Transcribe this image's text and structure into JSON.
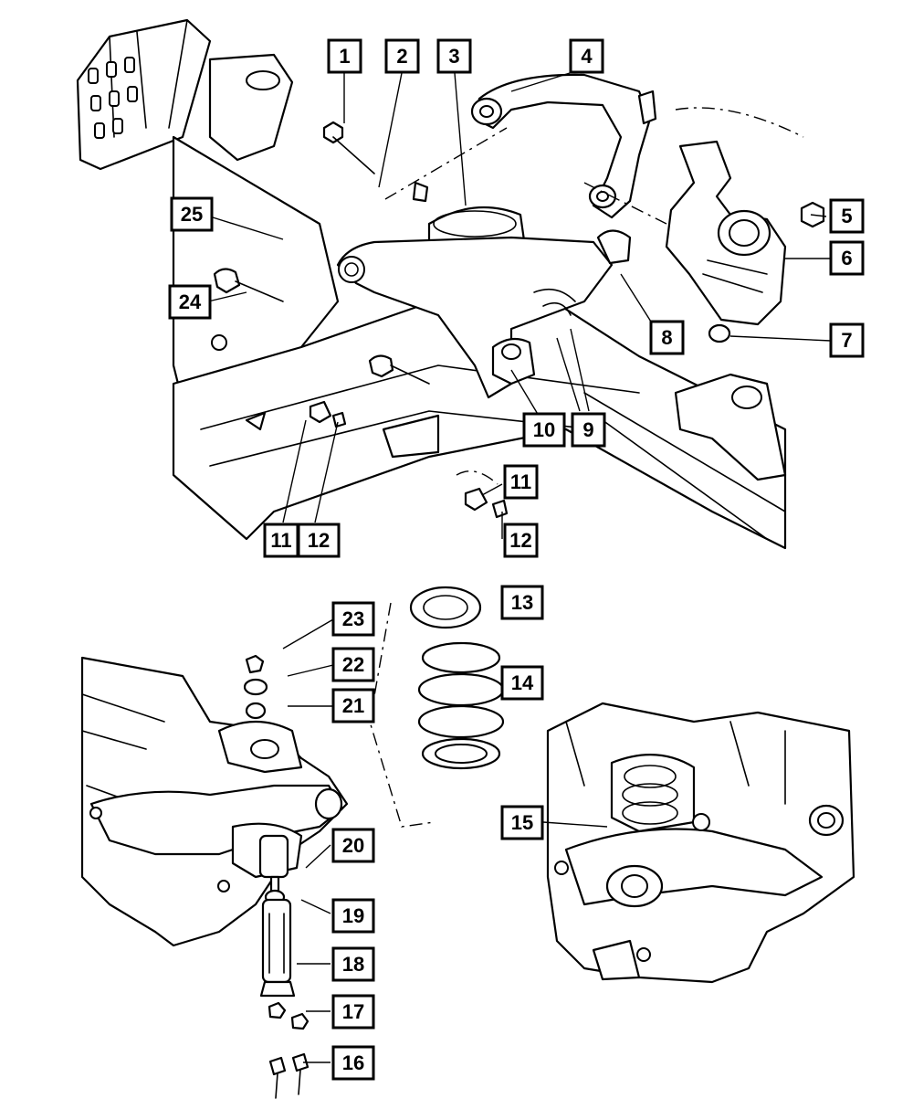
{
  "diagram": {
    "callouts": [
      {
        "id": "c1",
        "label": "1"
      },
      {
        "id": "c2",
        "label": "2"
      },
      {
        "id": "c3",
        "label": "3"
      },
      {
        "id": "c4",
        "label": "4"
      },
      {
        "id": "c5",
        "label": "5"
      },
      {
        "id": "c6",
        "label": "6"
      },
      {
        "id": "c7",
        "label": "7"
      },
      {
        "id": "c8",
        "label": "8"
      },
      {
        "id": "c9",
        "label": "9"
      },
      {
        "id": "c10",
        "label": "10"
      },
      {
        "id": "c11a",
        "label": "11"
      },
      {
        "id": "c11b",
        "label": "11"
      },
      {
        "id": "c12a",
        "label": "12"
      },
      {
        "id": "c12b",
        "label": "12"
      },
      {
        "id": "c13",
        "label": "13"
      },
      {
        "id": "c14",
        "label": "14"
      },
      {
        "id": "c15",
        "label": "15"
      },
      {
        "id": "c16",
        "label": "16"
      },
      {
        "id": "c17",
        "label": "17"
      },
      {
        "id": "c18",
        "label": "18"
      },
      {
        "id": "c19",
        "label": "19"
      },
      {
        "id": "c20",
        "label": "20"
      },
      {
        "id": "c21",
        "label": "21"
      },
      {
        "id": "c22",
        "label": "22"
      },
      {
        "id": "c23",
        "label": "23"
      },
      {
        "id": "c24",
        "label": "24"
      },
      {
        "id": "c25",
        "label": "25"
      }
    ]
  }
}
